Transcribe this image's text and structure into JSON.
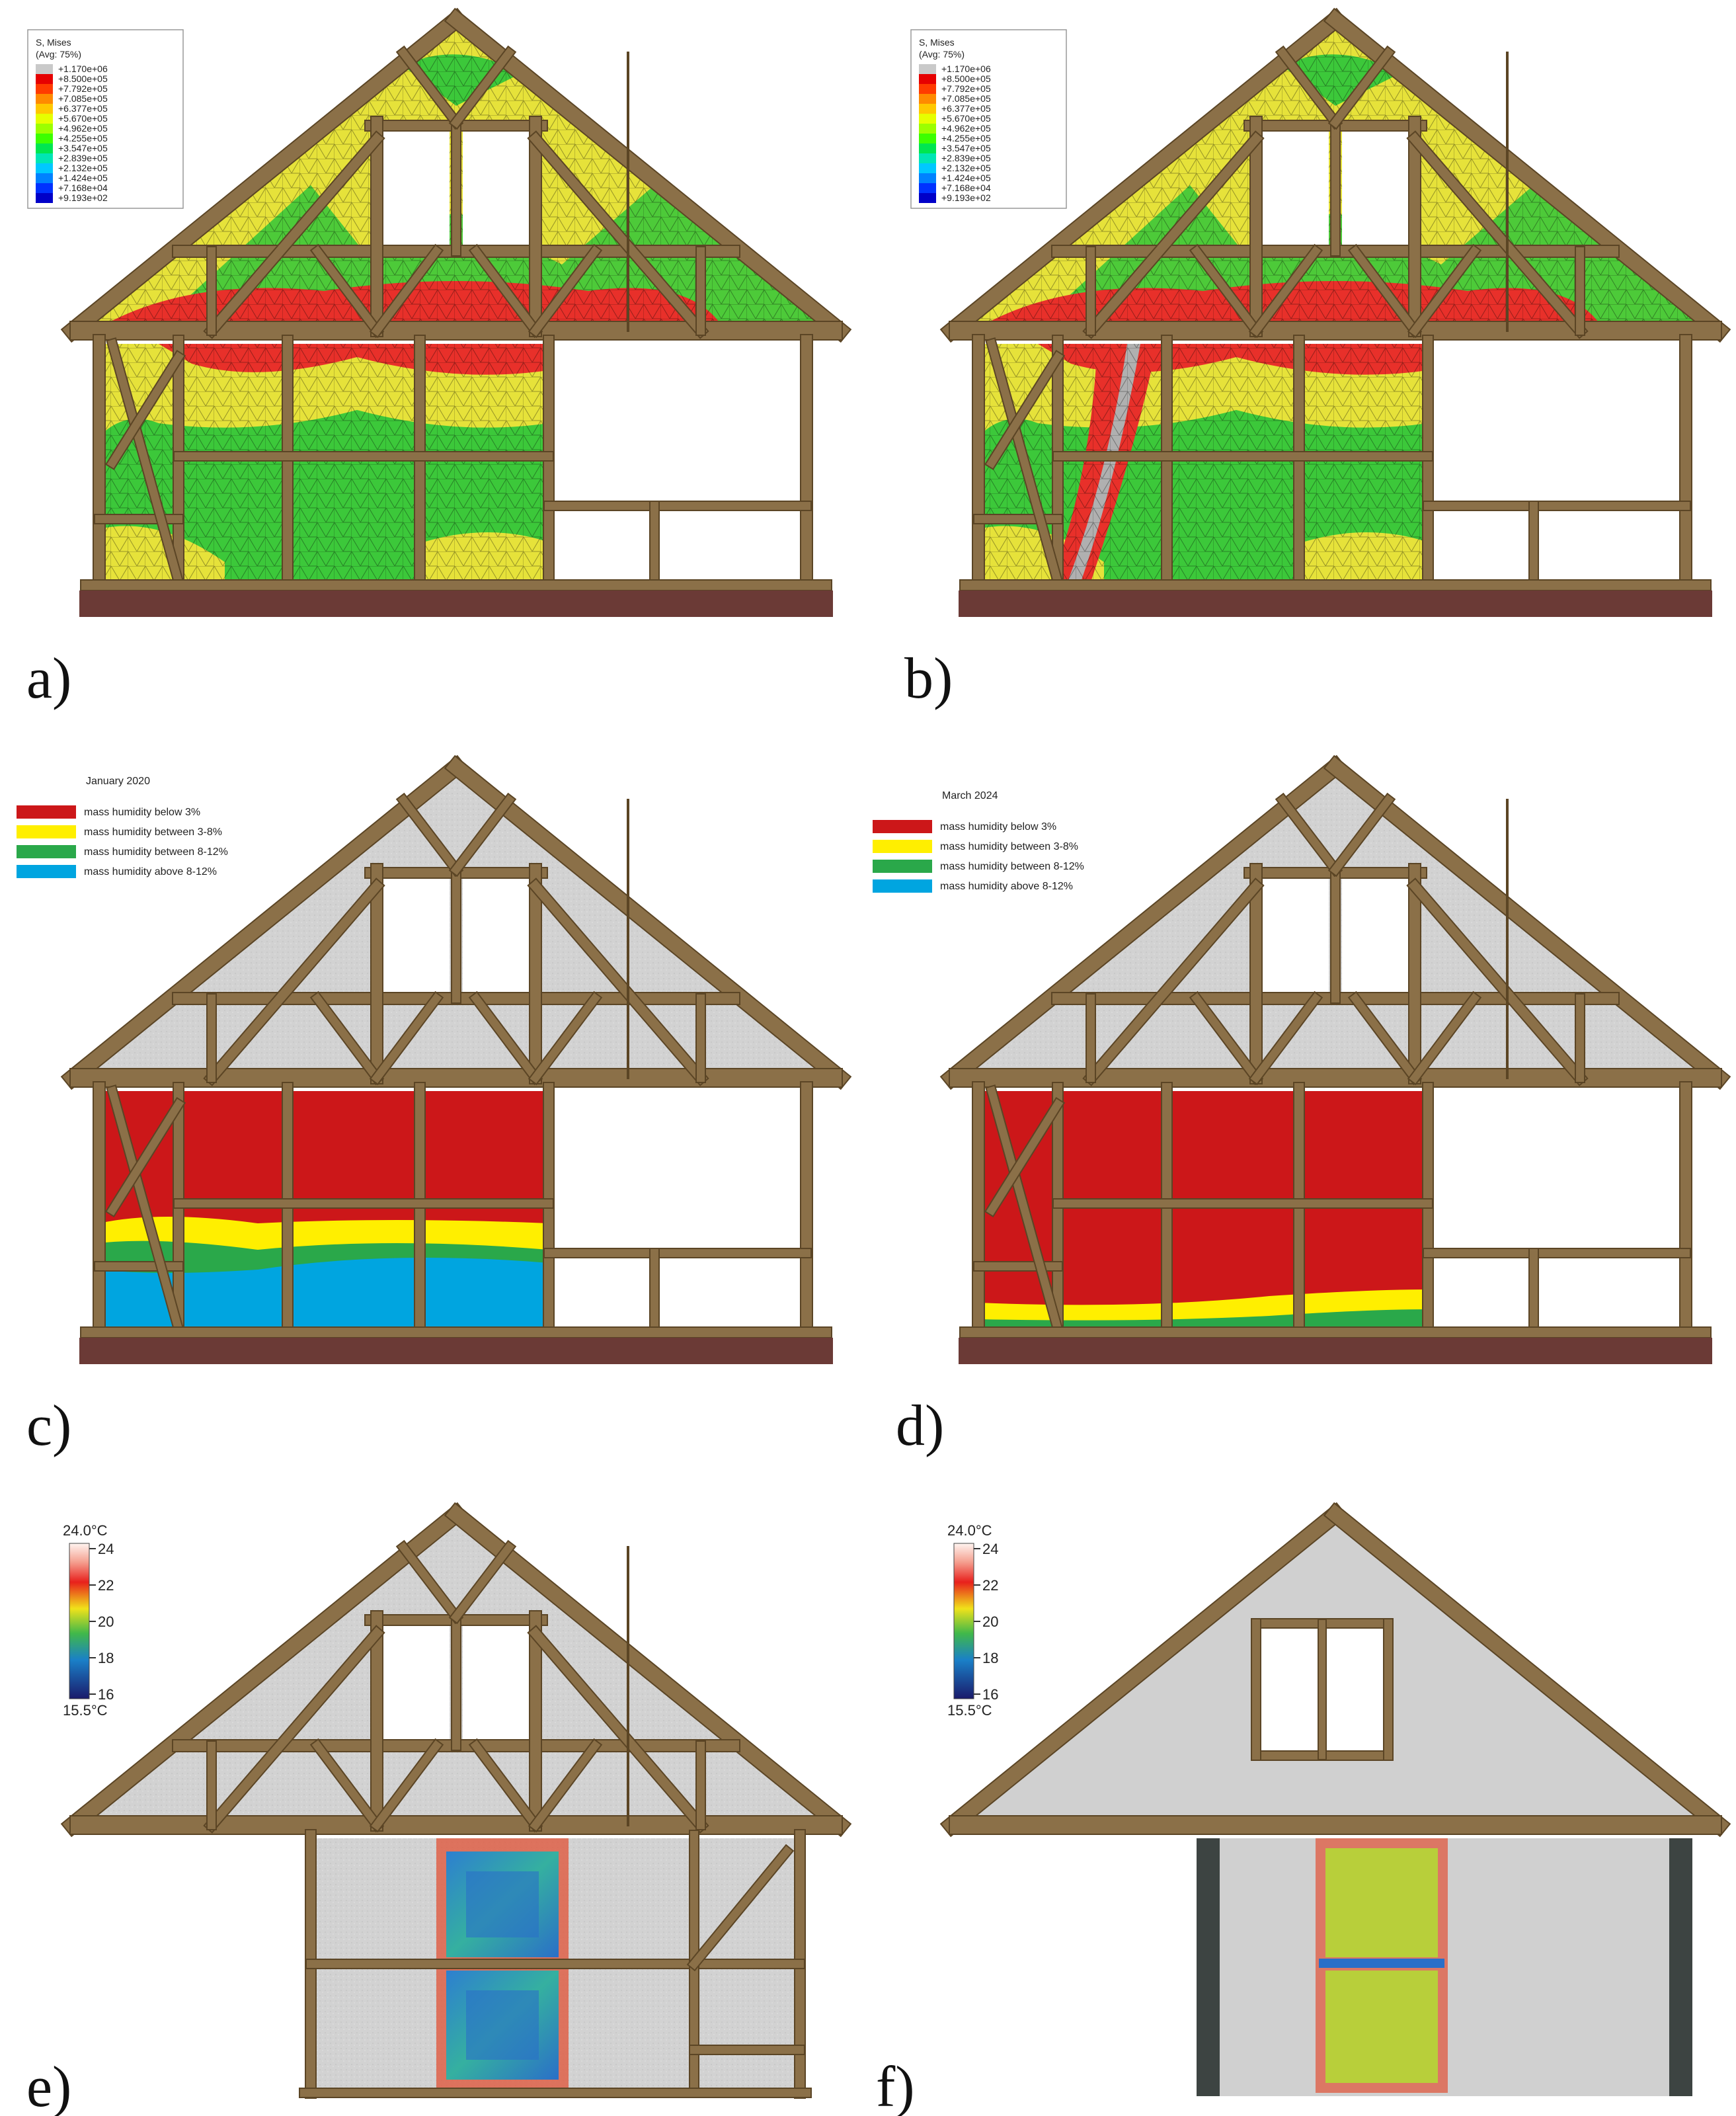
{
  "panel_labels": [
    "a)",
    "b)",
    "c)",
    "d)",
    "e)",
    "f)"
  ],
  "stress_legend": {
    "title_line1": "S, Mises",
    "title_line2": "(Avg: 75%)",
    "entries": [
      "+1.170e+06",
      "+8.500e+05",
      "+7.792e+05",
      "+7.085e+05",
      "+6.377e+05",
      "+5.670e+05",
      "+4.962e+05",
      "+4.255e+05",
      "+3.547e+05",
      "+2.839e+05",
      "+2.132e+05",
      "+1.424e+05",
      "+7.168e+04",
      "+9.193e+02"
    ],
    "colors": [
      "#c9c9c9",
      "#e60000",
      "#ff3b00",
      "#ff8a00",
      "#ffc800",
      "#e6ff00",
      "#9cff00",
      "#3cff00",
      "#00e650",
      "#00e6b4",
      "#00c8ff",
      "#0082ff",
      "#0032ff",
      "#0000c8"
    ]
  },
  "humidity_legend_c": {
    "date": "January 2020",
    "items": [
      {
        "label": "mass humidity below 3%",
        "color": "#cc1719"
      },
      {
        "label": "mass humidity between 3-8%",
        "color": "#ffef00"
      },
      {
        "label": "mass humidity between 8-12%",
        "color": "#2aa84a"
      },
      {
        "label": "mass humidity above 8-12%",
        "color": "#00a5e0"
      }
    ]
  },
  "humidity_legend_d": {
    "date": "March 2024",
    "items": [
      {
        "label": "mass humidity below 3%",
        "color": "#cc1719"
      },
      {
        "label": "mass humidity between 3-8%",
        "color": "#ffef00"
      },
      {
        "label": "mass humidity between 8-12%",
        "color": "#2aa84a"
      },
      {
        "label": "mass humidity above 8-12%",
        "color": "#00a5e0"
      }
    ]
  },
  "temp_legend": {
    "max_label": "24.0°C",
    "min_label": "15.5°C",
    "ticks": [
      "24",
      "22",
      "20",
      "18",
      "16"
    ]
  },
  "colors": {
    "timber": "#8b7048",
    "timber_edge": "#5b4525",
    "foundation": "#6b3a36",
    "infill_gray": "#d4d4d4",
    "plaster_gray": "#d0d0d0",
    "post_dark": "#3d4442",
    "red": "#e8302a",
    "yellow": "#e6e23a",
    "green": "#3cc83a"
  }
}
